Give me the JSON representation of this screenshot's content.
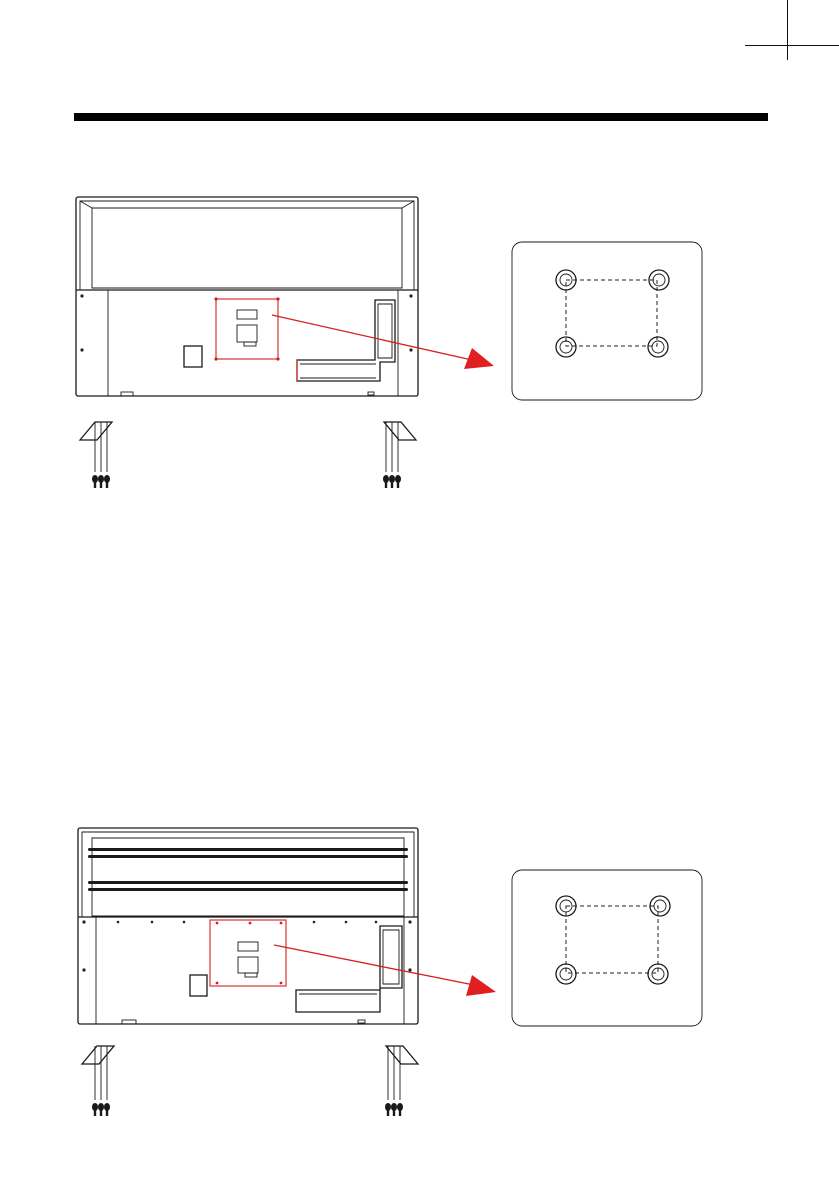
{
  "document": {
    "figures": [
      {
        "name": "wall-mount-figure-1",
        "screw_count_per_stand": 3
      },
      {
        "name": "wall-mount-figure-2",
        "screw_count_per_stand": 3
      }
    ],
    "colors": {
      "accent": "#d42020",
      "line": "#1a1a1a",
      "rule": "#000000"
    },
    "icons": [
      "tv-back-icon",
      "mount-holes-icon",
      "stand-leg-icon",
      "screw-icon",
      "arrow-icon"
    ]
  }
}
